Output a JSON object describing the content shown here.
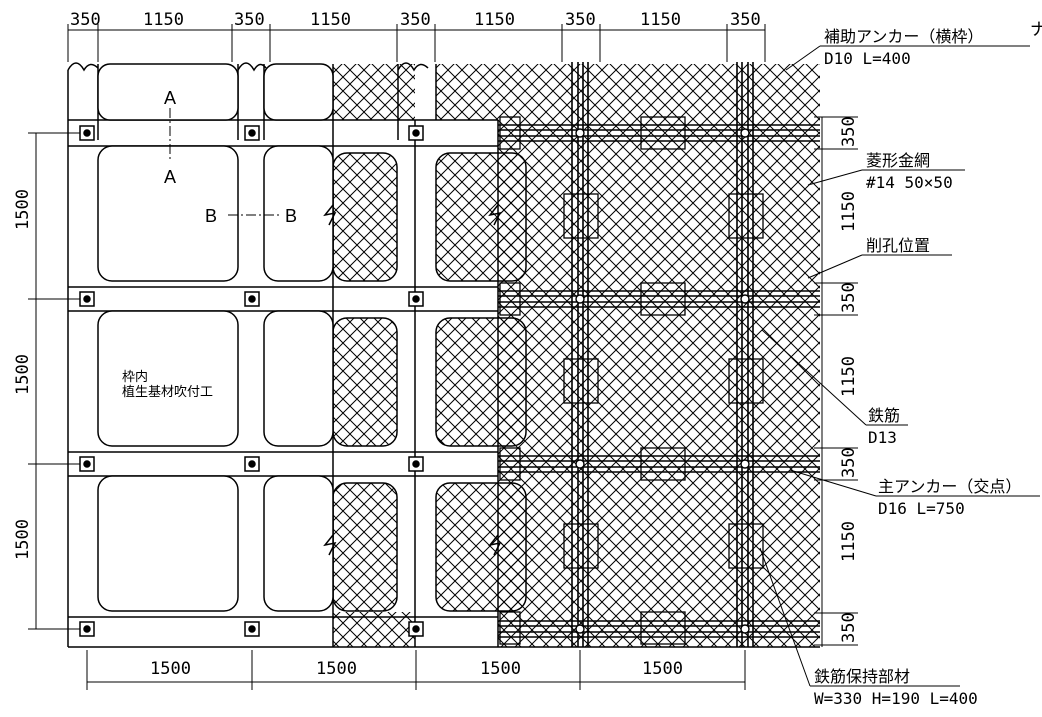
{
  "dims": {
    "top": [
      "350",
      "1150",
      "350",
      "1150",
      "350",
      "1150",
      "350",
      "1150",
      "350"
    ],
    "left": [
      "1500",
      "1500",
      "1500"
    ],
    "right": [
      "350",
      "1150",
      "350",
      "1150",
      "350",
      "1150",
      "350"
    ],
    "bottom": [
      "1500",
      "1500",
      "1500",
      "1500"
    ]
  },
  "sections": {
    "a_top": "A",
    "a_bottom": "A",
    "b_left": "B",
    "b_right": "B"
  },
  "inner_label": {
    "line1": "枠内",
    "line2": "植生基材吹付工"
  },
  "callouts": {
    "aux_anchor": {
      "title": "補助アンカー（横枠）",
      "spec": "D10 L=400"
    },
    "wire_mesh": {
      "title": "菱形金網",
      "spec": "#14 50×50"
    },
    "drill_position": {
      "title": "削孔位置"
    },
    "rebar": {
      "title": "鉄筋",
      "spec": "D13"
    },
    "main_anchor": {
      "title": "主アンカー（交点）",
      "spec": "D16 L=750"
    },
    "rebar_holder": {
      "title": "鉄筋保持部材",
      "spec": "W=330 H=190 L=400"
    }
  },
  "corner_mark": "ナ"
}
